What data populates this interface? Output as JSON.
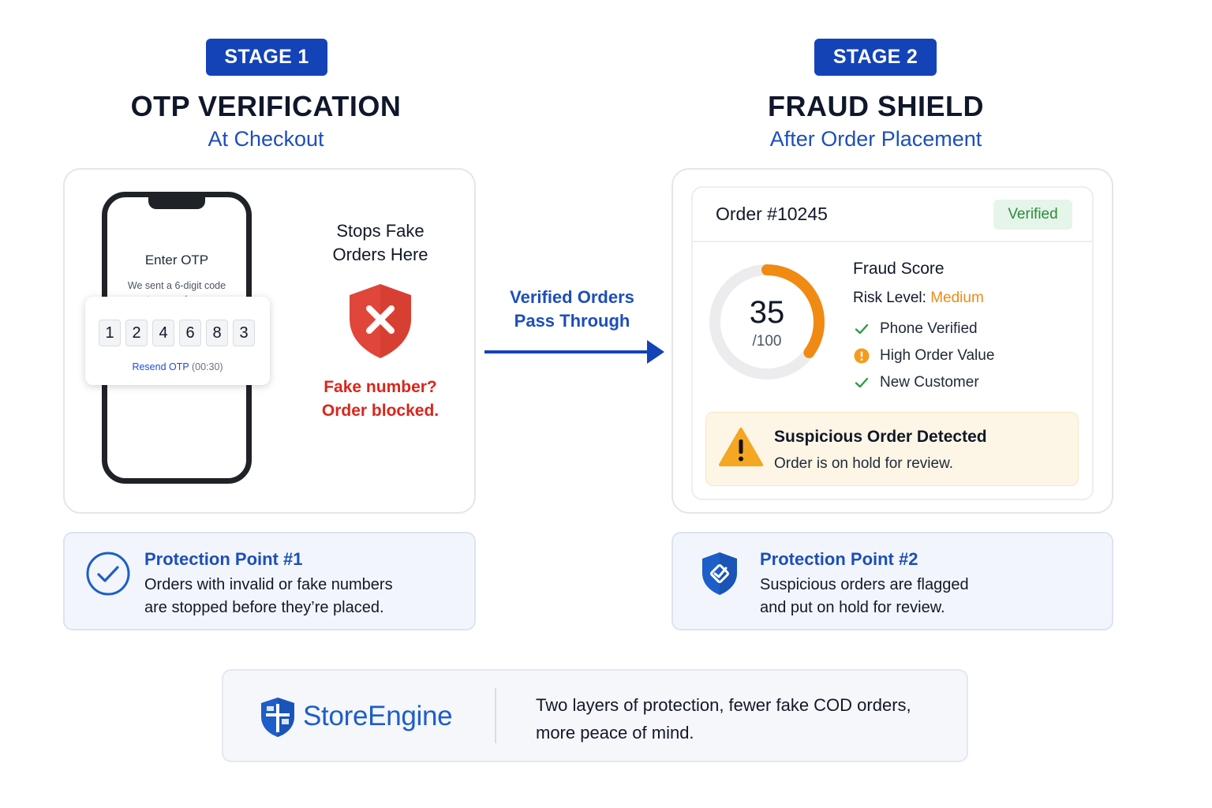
{
  "stage1": {
    "badge": "STAGE 1",
    "title": "OTP VERIFICATION",
    "subtitle": "At Checkout",
    "phone": {
      "title": "Enter OTP",
      "desc_line1": "We sent a 6-digit code",
      "desc_line2": "to your phone",
      "digits": [
        "1",
        "2",
        "4",
        "6",
        "8",
        "3"
      ],
      "resend": "Resend OTP",
      "timer": "(00:30)"
    },
    "stops_line1": "Stops Fake",
    "stops_line2": "Orders Here",
    "blocked_line1": "Fake number?",
    "blocked_line2": "Order blocked."
  },
  "arrow": {
    "line1": "Verified Orders",
    "line2": "Pass Through"
  },
  "stage2": {
    "badge": "STAGE 2",
    "title": "FRAUD SHIELD",
    "subtitle": "After Order Placement",
    "order": {
      "title": "Order #10245",
      "status": "Verified",
      "score": "35",
      "score_max": "/100",
      "score_value": 35,
      "fraud_label": "Fraud Score",
      "risk_label": "Risk Level:",
      "risk_value": "Medium",
      "checks": [
        {
          "label": "Phone Verified",
          "icon": "check-icon"
        },
        {
          "label": "High Order Value",
          "icon": "warning-circle-icon"
        },
        {
          "label": "New Customer",
          "icon": "check-icon"
        }
      ],
      "alert_title": "Suspicious Order Detected",
      "alert_msg": "Order is on hold for review."
    }
  },
  "protection1": {
    "title": "Protection Point #1",
    "line1": "Orders with invalid or fake numbers",
    "line2": "are stopped before they’re placed."
  },
  "protection2": {
    "title": "Protection Point #2",
    "line1": "Suspicious orders are flagged",
    "line2": "and put on hold for review."
  },
  "footer": {
    "brand": "StoreEngine",
    "line1": "Two layers of protection, fewer fake COD orders,",
    "line2": "more peace of mind."
  },
  "colors": {
    "badge_blue": "#1443b8",
    "accent_blue": "#1d4ebb",
    "danger_red": "#d9261c",
    "warning_orange": "#f08a13",
    "success_green": "#2e8b3e"
  }
}
